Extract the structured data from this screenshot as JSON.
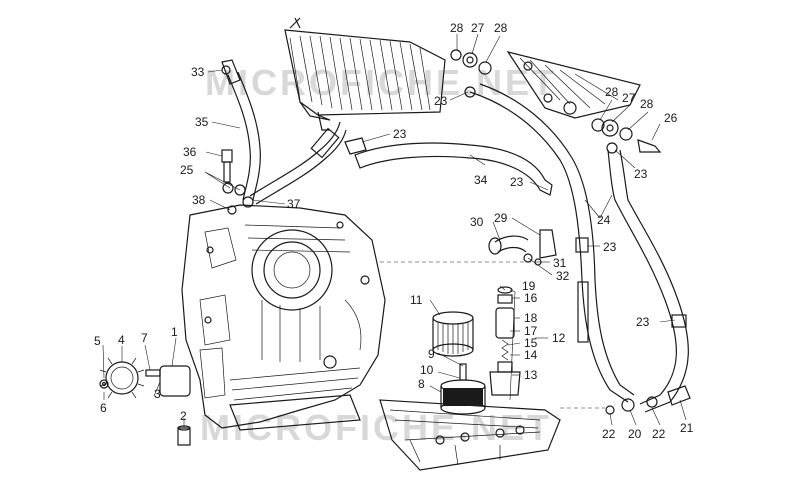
{
  "watermark": "MICROFICHE.NET",
  "callouts": [
    {
      "id": "c28a",
      "text": "28"
    },
    {
      "id": "c27a",
      "text": "27"
    },
    {
      "id": "c28b",
      "text": "28"
    },
    {
      "id": "c33",
      "text": "33"
    },
    {
      "id": "c23a",
      "text": "23"
    },
    {
      "id": "c28c",
      "text": "28"
    },
    {
      "id": "c27b",
      "text": "27"
    },
    {
      "id": "c28d",
      "text": "28"
    },
    {
      "id": "c35",
      "text": "35"
    },
    {
      "id": "c26",
      "text": "26"
    },
    {
      "id": "c23b",
      "text": "23"
    },
    {
      "id": "c36",
      "text": "36"
    },
    {
      "id": "c25",
      "text": "25"
    },
    {
      "id": "c34",
      "text": "34"
    },
    {
      "id": "c23c",
      "text": "23"
    },
    {
      "id": "c23d",
      "text": "23"
    },
    {
      "id": "c38",
      "text": "38"
    },
    {
      "id": "c37",
      "text": "37"
    },
    {
      "id": "c24",
      "text": "24"
    },
    {
      "id": "c30",
      "text": "30"
    },
    {
      "id": "c29",
      "text": "29"
    },
    {
      "id": "c23e",
      "text": "23"
    },
    {
      "id": "c31",
      "text": "31"
    },
    {
      "id": "c32",
      "text": "32"
    },
    {
      "id": "c19",
      "text": "19"
    },
    {
      "id": "c11",
      "text": "11"
    },
    {
      "id": "c16",
      "text": "16"
    },
    {
      "id": "c18",
      "text": "18"
    },
    {
      "id": "c23f",
      "text": "23"
    },
    {
      "id": "c17",
      "text": "17"
    },
    {
      "id": "c12",
      "text": "12"
    },
    {
      "id": "c15",
      "text": "15"
    },
    {
      "id": "c5",
      "text": "5"
    },
    {
      "id": "c4",
      "text": "4"
    },
    {
      "id": "c7",
      "text": "7"
    },
    {
      "id": "c1",
      "text": "1"
    },
    {
      "id": "c9",
      "text": "9"
    },
    {
      "id": "c14",
      "text": "14"
    },
    {
      "id": "c10",
      "text": "10"
    },
    {
      "id": "c13",
      "text": "13"
    },
    {
      "id": "c8",
      "text": "8"
    },
    {
      "id": "c3",
      "text": "3"
    },
    {
      "id": "c6",
      "text": "6"
    },
    {
      "id": "c2",
      "text": "2"
    },
    {
      "id": "c22a",
      "text": "22"
    },
    {
      "id": "c20",
      "text": "20"
    },
    {
      "id": "c22b",
      "text": "22"
    },
    {
      "id": "c21",
      "text": "21"
    }
  ]
}
